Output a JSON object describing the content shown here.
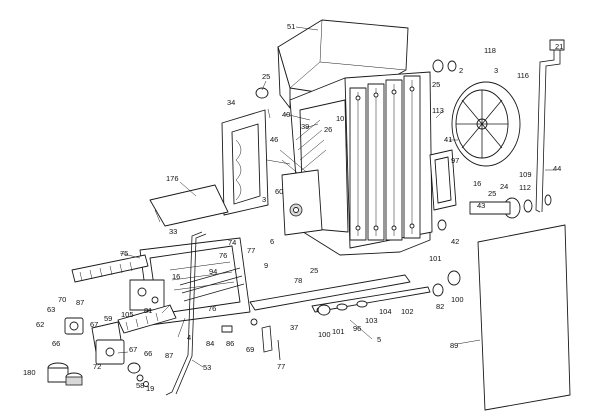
{
  "diagram": {
    "callouts": [
      "51",
      "118",
      "2",
      "3",
      "25",
      "25",
      "21",
      "116",
      "34",
      "40",
      "39",
      "26",
      "10",
      "113",
      "41",
      "46",
      "97",
      "16",
      "24",
      "109",
      "44",
      "43",
      "112",
      "25",
      "176",
      "60",
      "3",
      "33",
      "74",
      "6",
      "77",
      "76",
      "75",
      "16",
      "94",
      "9",
      "78",
      "25",
      "42",
      "101",
      "100",
      "82",
      "70",
      "63",
      "87",
      "59",
      "62",
      "67",
      "66",
      "105",
      "81",
      "4",
      "76",
      "37",
      "96",
      "103",
      "104",
      "102",
      "100",
      "101",
      "5",
      "84",
      "86",
      "69",
      "77",
      "89",
      "67",
      "66",
      "87",
      "72",
      "180",
      "58",
      "19",
      "53"
    ]
  }
}
